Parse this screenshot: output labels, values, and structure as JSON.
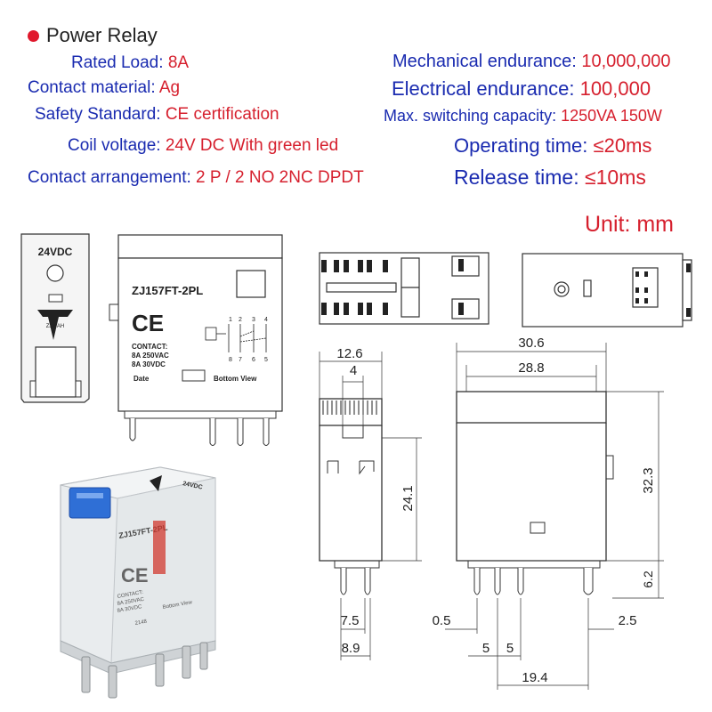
{
  "title": "Power Relay",
  "colors": {
    "label": "#1a2bb0",
    "value": "#d6202e",
    "bullet": "#e0182c",
    "relay_button": "#2f6fd6"
  },
  "specs_left": [
    {
      "label": "Rated Load:",
      "value": "8A"
    },
    {
      "label": "Contact material:",
      "value": "Ag"
    },
    {
      "label": "Safety Standard:",
      "value": "CE certification"
    },
    {
      "label": "Coil voltage:",
      "value": "24V DC  With green led"
    },
    {
      "label": "Contact  arrangement:",
      "value": "2 P / 2 NO 2NC DPDT"
    }
  ],
  "specs_right": [
    {
      "label": "Mechanical endurance:",
      "value": "10,000,000"
    },
    {
      "label": "Electrical endurance:",
      "value": "100,000"
    },
    {
      "label": "Max. switching capacity:",
      "value": "1250VA 150W"
    },
    {
      "label": "Operating time:",
      "value": "≤20ms"
    },
    {
      "label": "Release time:",
      "value": "≤10ms"
    }
  ],
  "unit_label": "Unit: mm",
  "side_label": {
    "voltage": "24VDC",
    "brand": "ZJWAH"
  },
  "front_label": {
    "model": "ZJ157FT-2PL",
    "ce": "CE",
    "contact_title": "CONTACT:",
    "contact_ac": "8A 250VAC",
    "contact_dc": "8A 30VDC",
    "date": "Date",
    "bottom_view": "Bottom View",
    "pins_top": [
      "1",
      "2",
      "3",
      "4"
    ],
    "pins_bottom": [
      "8",
      "7",
      "6",
      "5"
    ]
  },
  "photo_label": {
    "voltage": "24VDC",
    "model": "ZJ157FT-2PL",
    "contact": "CONTACT:",
    "ac": "8A 250VAC",
    "dc": "8A 30VDC",
    "bottom": "Bottom View",
    "date": "2148"
  },
  "dimensions": {
    "width_outer": "30.6",
    "width_inner": "28.8",
    "side_width": "12.6",
    "side_slot": "4",
    "side_height": "24.1",
    "total_height": "32.3",
    "pin_length": "6.2",
    "pin_spacing_side": "7.5",
    "side_base": "8.9",
    "pin_offset_left": "0.5",
    "pin_pitch_a": "5",
    "pin_pitch_b": "5",
    "pin_offset_right": "2.5",
    "pin_span": "19.4"
  }
}
